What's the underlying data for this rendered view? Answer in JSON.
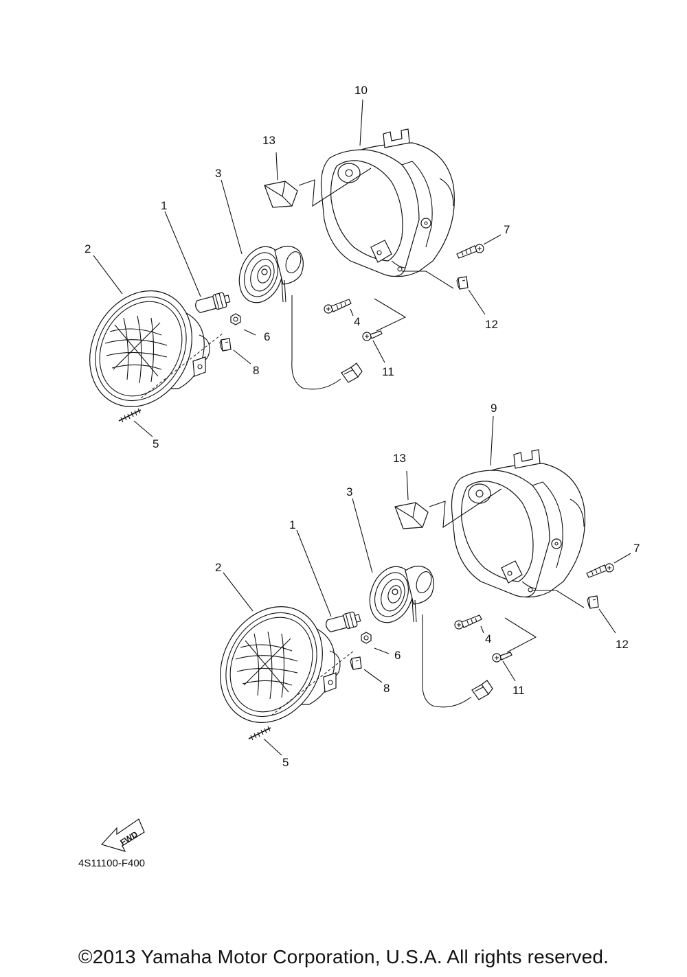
{
  "callouts": {
    "upper": {
      "c1": "1",
      "c2": "2",
      "c3": "3",
      "c4": "4",
      "c5": "5",
      "c6": "6",
      "c7": "7",
      "c8": "8",
      "c10": "10",
      "c11": "11",
      "c12": "12",
      "c13": "13"
    },
    "lower": {
      "c1": "1",
      "c2": "2",
      "c3": "3",
      "c4": "4",
      "c5": "5",
      "c6": "6",
      "c7": "7",
      "c8": "8",
      "c9": "9",
      "c11": "11",
      "c12": "12",
      "c13": "13"
    }
  },
  "fwd_label": "FWD",
  "diagram_code": "4S11100-F400",
  "copyright": "©2013 Yamaha Motor Corporation, U.S.A. All rights reserved."
}
